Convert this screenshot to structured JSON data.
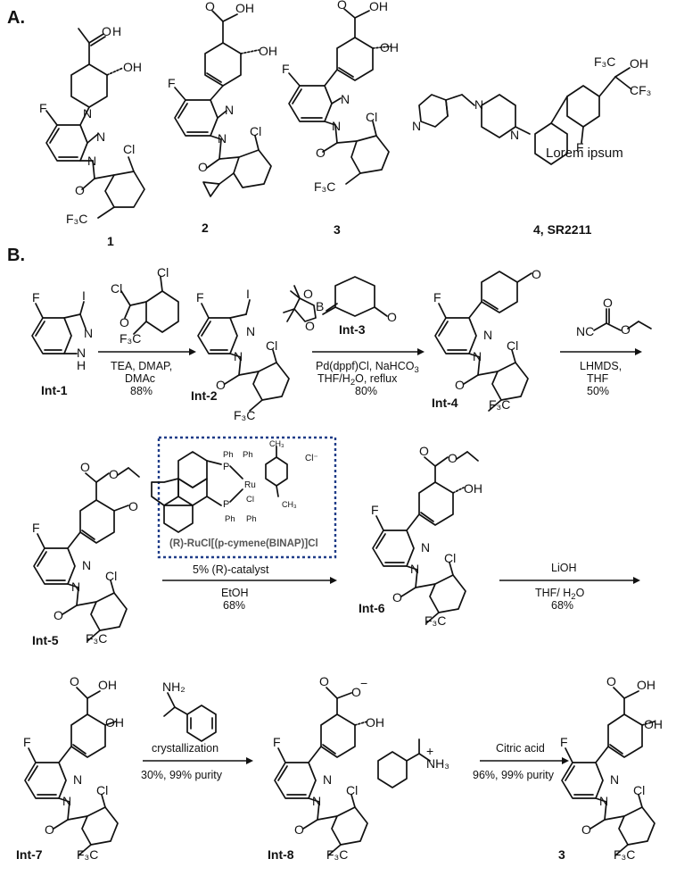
{
  "sections": {
    "a": "A.",
    "b": "B."
  },
  "panelA": {
    "compounds": [
      {
        "label": "1"
      },
      {
        "label": "2"
      },
      {
        "label": "3"
      },
      {
        "label": "4, SR2211"
      }
    ],
    "placeholder_text": "Lorem ipsum"
  },
  "intermediates": {
    "int1": "Int-1",
    "int2": "Int-2",
    "int3": "Int-3",
    "int4": "Int-4",
    "int5": "Int-5",
    "int6": "Int-6",
    "int7": "Int-7",
    "int8": "Int-8",
    "final": "3"
  },
  "steps": {
    "s1": {
      "line1": "TEA, DMAP,",
      "line2": "DMAc",
      "yield": "88%"
    },
    "s2": {
      "line1": "Pd(dppf)Cl, NaHCO",
      "line1_sub": "3",
      "line2": "THF/H",
      "line2_sub": "2",
      "line2_tail": "O, reflux",
      "yield": "80%"
    },
    "s3": {
      "line1": "LHMDS,",
      "line2": "THF",
      "yield": "50%"
    },
    "s4": {
      "line1": "5% (R)-catalyst",
      "line2": "EtOH",
      "yield": "68%"
    },
    "s5": {
      "reagent": "LiOH",
      "line1": "THF/ H",
      "line1_sub": "2",
      "line1_tail": "O",
      "yield": "68%"
    },
    "s6": {
      "line1": "crystallization",
      "line2": "30%, 99% purity"
    },
    "s7": {
      "reagent": "Citric acid",
      "line2": "96%, 99% purity"
    }
  },
  "catalyst": {
    "name": "(R)-RuCl[(p-cymene(BINAP)]Cl",
    "labels": {
      "ph": "Ph",
      "p": "P",
      "ru": "Ru",
      "cl": "Cl",
      "cl_minus": "Cl⁻",
      "ch3": "CH₃"
    }
  },
  "atoms": {
    "F": "F",
    "N": "N",
    "NH": "N",
    "H": "H",
    "Cl": "Cl",
    "O": "O",
    "OH": "OH",
    "CF3": "F₃C",
    "CF3r": "CF₃",
    "I": "I",
    "B": "B",
    "NC": "NC",
    "NH2": "NH₂",
    "NH3": "NH₃",
    "plus": "+",
    "minus": "−",
    "COOH": "OH"
  }
}
